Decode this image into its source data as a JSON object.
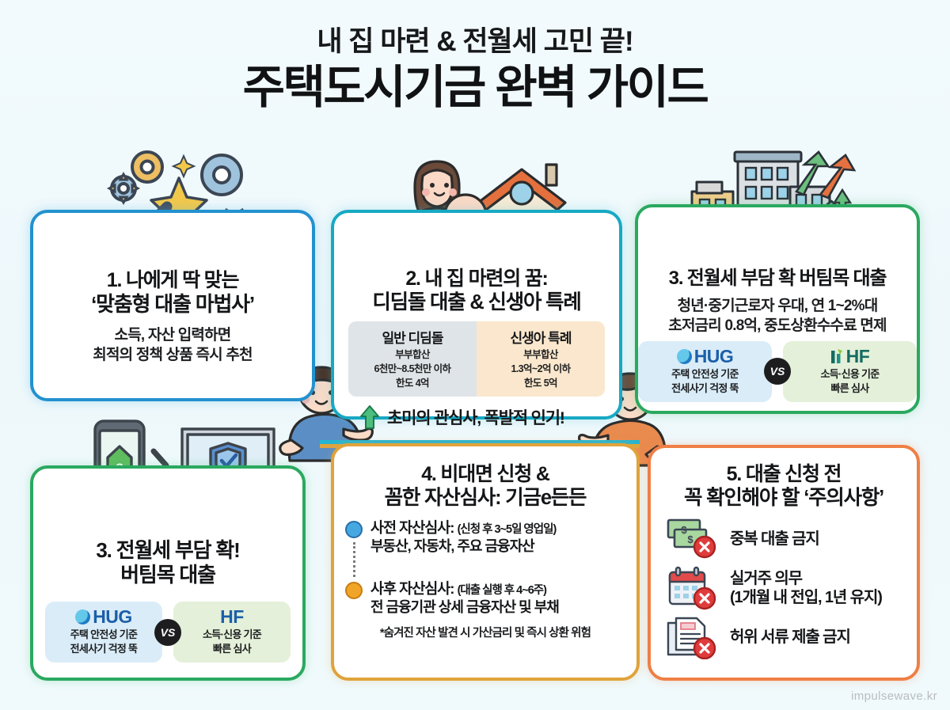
{
  "title": {
    "sub": "내 집 마련 & 전월세 고민 끝!",
    "main": "주택도시기금 완벽 가이드"
  },
  "cards": [
    {
      "id": "card1",
      "accent": "#2391cf",
      "title_line1": "1. 나에게 딱 맞는",
      "title_line2": "‘맞춤형 대출 마법사’",
      "body_line1": "소득, 자산 입력하면",
      "body_line2": "최적의 정책 상품 즉시 추천",
      "illustration": "magic-wand-gears-money"
    },
    {
      "id": "card2",
      "accent": "#17a9c4",
      "title_line1": "2. 내 집 마련의 꿈:",
      "title_line2": "디딤돌 대출 & 신생아 특례",
      "illustration": "mother-baby-house",
      "compare": [
        {
          "heading": "일반 디딤돌",
          "lines": [
            "부부합산",
            "6천만~8.5천만 이하",
            "한도 4억"
          ],
          "tone": "gray"
        },
        {
          "heading": "신생아 특례",
          "lines": [
            "부부합산",
            "1.3억~2억 이하",
            "한도 5억"
          ],
          "tone": "cream"
        }
      ]
    },
    {
      "id": "card3",
      "accent": "#2aa95f",
      "title_line1": "3. 전월세 부담 확 버팀목 대출",
      "body_line1": "청년·중기근로자 우대, 연 1~2%대",
      "body_line2": "초저금리 0.8억, 중도상환수수료 면제",
      "illustration": "buildings-growth-arrows",
      "vs": {
        "badge": "VS",
        "left": {
          "logo": "HUG",
          "lines": [
            "주택 안전성 기준",
            "전세사기 걱정 뚝"
          ]
        },
        "right": {
          "logo": "HF",
          "lines": [
            "소득·신용 기준",
            "빠른 심사"
          ]
        }
      }
    },
    {
      "id": "card4",
      "accent": "#e0a33b",
      "title_line1": "4. 비대면 신청 &",
      "title_line2": "꼼한 자산심사: 기금e든든",
      "bullets": [
        {
          "tone": "blue",
          "label": "사전 자산심사:",
          "paren": "(신청 후 3~5일 영업일)",
          "detail": "부동산, 자동차, 주요 금융자산"
        },
        {
          "tone": "orange",
          "label": "사후 자산심사:",
          "paren": "(대출 실행 후 4~6주)",
          "detail": "전 금융기관 상세 금융자산 및 부채"
        }
      ],
      "note": "*숨겨진 자산 발견 시 가산금리 및 즉시 상환 위험"
    },
    {
      "id": "card5",
      "accent": "#ef7f45",
      "title_line1": "5. 대출 신청 전",
      "title_line2": "꼭 확인해야 할 ‘주의사항’",
      "items": [
        {
          "icon": "cash-forbidden-icon",
          "text": "중복 대출 금지",
          "sub": ""
        },
        {
          "icon": "calendar-forbidden-icon",
          "text": "실거주 의무",
          "sub": "(1개월 내 전입, 1년 유지)"
        },
        {
          "icon": "documents-forbidden-icon",
          "text": "허위 서류 제출 금지",
          "sub": ""
        }
      ]
    },
    {
      "id": "card6",
      "accent": "#2aa95f",
      "title_line1": "3. 전월세 부담 확!",
      "title_line2": "버팀목 대출",
      "illustration": "phone-to-laptop-shield",
      "vs": {
        "badge": "VS",
        "left": {
          "logo": "HUG",
          "lines": [
            "주택 안전성 기준",
            "전세사기 걱정 뚝"
          ]
        },
        "right": {
          "logo": "HF",
          "lines": [
            "소득·신용 기준",
            "빠른 심사"
          ]
        }
      }
    }
  ],
  "connector_banner": {
    "arrow_icon": "up-arrow-icon",
    "text": "초미의 관심사, 폭발적 인기!"
  },
  "watermark": "impulsewave.kr",
  "colors": {
    "bg_top": "#f2fafd",
    "blue": "#2391cf",
    "cyan": "#17a9c4",
    "green": "#2aa95f",
    "amber": "#e0a33b",
    "orange": "#ef7f45",
    "ink": "#141517"
  }
}
